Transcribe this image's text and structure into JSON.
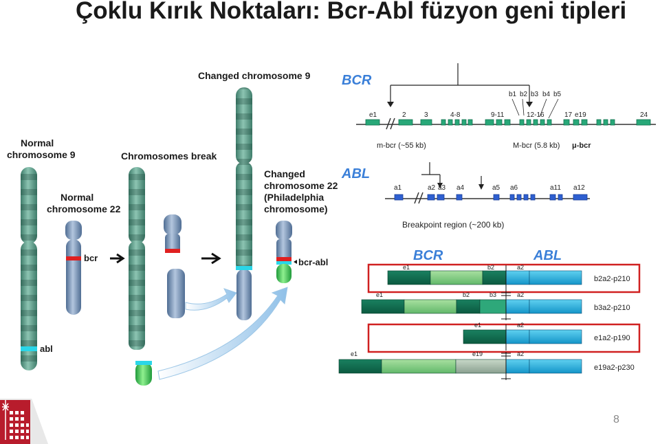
{
  "slide": {
    "title": "Çoklu Kırık Noktaları: Bcr-Abl füzyon geni tipleri",
    "page_number": "8"
  },
  "left_panel": {
    "normal_chr9_l1": "Normal",
    "normal_chr9_l2": "chromosome 9",
    "normal_chr22_l1": "Normal",
    "normal_chr22_l2": "chromosome 22",
    "break_label": "Chromosomes break",
    "changed_chr9": "Changed chromosome 9",
    "changed_chr22_l1": "Changed",
    "changed_chr22_l2": "chromosome 22",
    "changed_chr22_l3": "(Philadelphia",
    "changed_chr22_l4": "chromosome)",
    "bcr": "bcr",
    "abl": "abl",
    "bcr_abl": "bcr-abl"
  },
  "gene_map": {
    "bcr_title": "BCR",
    "abl_title": "ABL",
    "bcr_exons": [
      "e1",
      "2",
      "3",
      "4-8",
      "9-11",
      "12-16",
      "17",
      "e19",
      "24"
    ],
    "b_markers": [
      "b1",
      "b2",
      "b3",
      "b4",
      "b5"
    ],
    "m_bcr": "m-bcr (~55 kb)",
    "M_bcr": "M-bcr (5.8 kb)",
    "mu_bcr": "μ-bcr",
    "abl_exons": [
      "a1",
      "a2",
      "a3",
      "a4",
      "a5",
      "a6",
      "a11",
      "a12"
    ],
    "breakpoint_region": "Breakpoint region (~200 kb)"
  },
  "fusion": {
    "bcr_header": "BCR",
    "abl_header": "ABL",
    "rows": [
      {
        "label": "b2a2-p210",
        "marks": [
          "e1",
          "b2",
          "a2"
        ],
        "highlighted": true
      },
      {
        "label": "b3a2-p210",
        "marks": [
          "e1",
          "b2",
          "b3",
          "a2"
        ],
        "highlighted": false
      },
      {
        "label": "e1a2-p190",
        "marks": [
          "e1",
          "a2"
        ],
        "highlighted": true
      },
      {
        "label": "e19a2-p230",
        "marks": [
          "e1",
          "e19",
          "a2"
        ],
        "highlighted": false
      }
    ]
  },
  "colors": {
    "chromosome_green": "#5f9e8c",
    "chromosome_blue": "#7a96b8",
    "bcr_band": "#e02020",
    "abl_band": "#2ad6e8",
    "exon_green": "#28a878",
    "exon_blue": "#2e5fd0",
    "gene_title_blue": "#3a7fd8",
    "highlight_red": "#d02020"
  }
}
